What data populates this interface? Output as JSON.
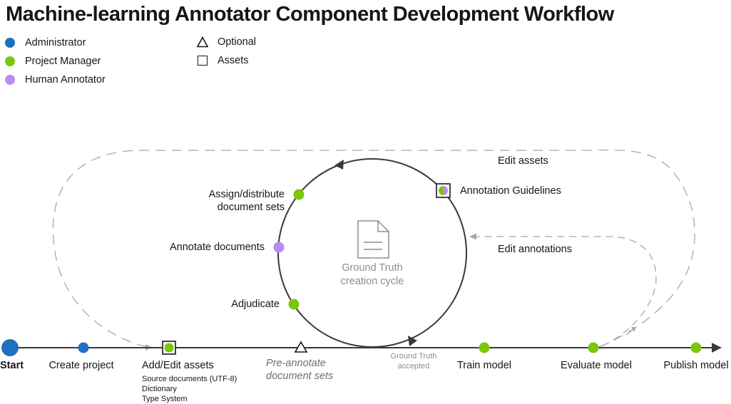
{
  "title": "Machine-learning Annotator Component Development Workflow",
  "colors": {
    "administrator": "#1f70c1",
    "project_manager": "#7ac70c",
    "human_annotator": "#b98cf0",
    "line": "#393939",
    "dashed": "#a8a8a8"
  },
  "legend": {
    "roles": [
      {
        "label": "Administrator",
        "color": "#1f70c1"
      },
      {
        "label": "Project Manager",
        "color": "#7ac70c"
      },
      {
        "label": "Human Annotator",
        "color": "#b98cf0"
      }
    ],
    "symbols": [
      {
        "label": "Optional",
        "icon": "triangle-icon"
      },
      {
        "label": "Assets",
        "icon": "square-icon"
      }
    ]
  },
  "timeline": {
    "start": "Start",
    "create_project": "Create project",
    "add_edit_assets": "Add/Edit assets",
    "assets_list": [
      "Source documents (UTF-8)",
      "Dictionary",
      "Type System"
    ],
    "pre_annotate": [
      "Pre-annotate",
      "document sets"
    ],
    "ground_truth_accepted": [
      "Ground Truth",
      "accepted"
    ],
    "train_model": "Train model",
    "evaluate_model": "Evaluate model",
    "publish_model": "Publish model"
  },
  "cycle": {
    "center": [
      "Ground Truth",
      "creation cycle"
    ],
    "assign": [
      "Assign/distribute",
      "document sets"
    ],
    "annotate": "Annotate documents",
    "adjudicate": "Adjudicate",
    "guidelines": "Annotation Guidelines"
  },
  "loops": {
    "edit_assets": "Edit assets",
    "edit_annotations": "Edit annotations"
  }
}
